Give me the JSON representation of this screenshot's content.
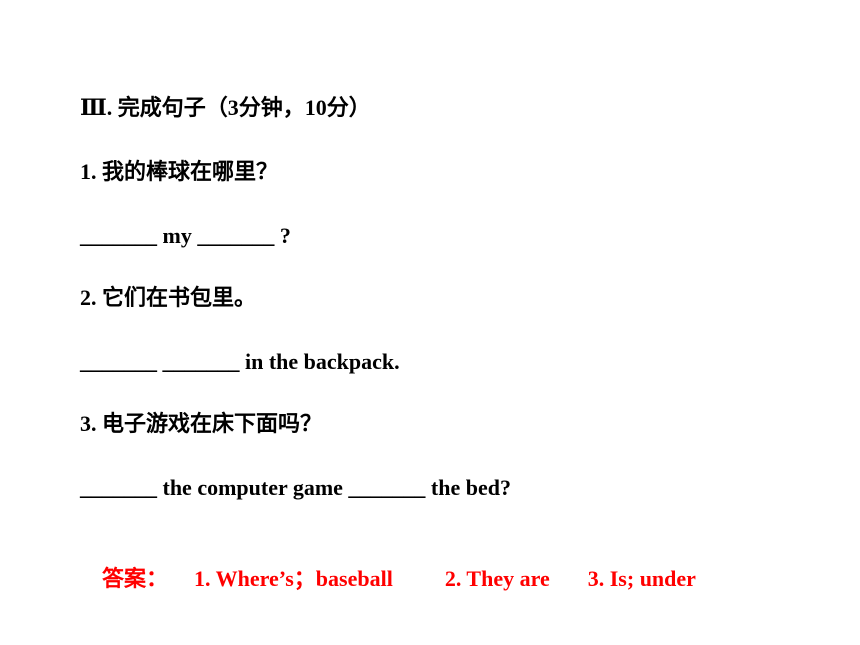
{
  "section": {
    "heading": "Ⅲ. 完成句子（3分钟，10分）"
  },
  "questions": [
    {
      "prompt": "1. 我的棒球在哪里？",
      "blank_line": "_______ my _______ ?"
    },
    {
      "prompt": "2. 它们在书包里。",
      "blank_line": "_______ _______ in the backpack."
    },
    {
      "prompt": "3. 电子游戏在床下面吗？",
      "blank_line": "_______ the computer game _______ the bed?"
    }
  ],
  "answers": {
    "label": "答案：",
    "items": [
      "1. Where’s；baseball",
      "2. They are",
      "3. Is; under"
    ]
  },
  "colors": {
    "text": "#000000",
    "answer": "#ff0000",
    "background": "#ffffff"
  }
}
